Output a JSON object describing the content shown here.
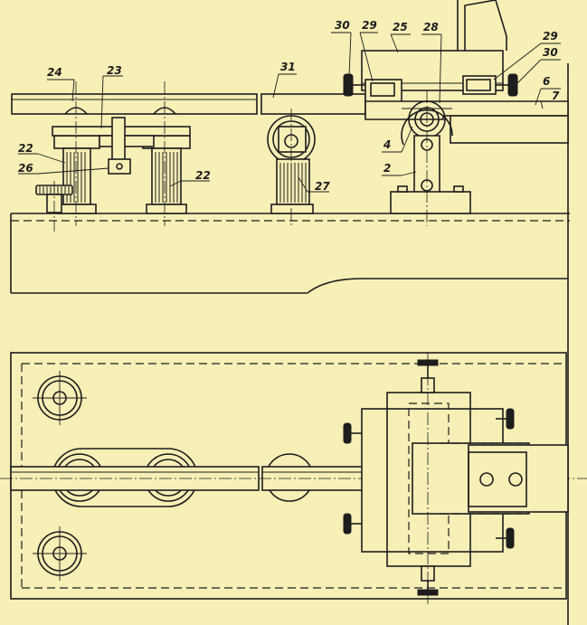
{
  "drawing": {
    "colors": {
      "paper": "#f6efb6",
      "ink": "#1d1d1d"
    },
    "labels": {
      "l2": "2",
      "l4": "4",
      "l6": "6",
      "l7": "7",
      "l22a": "22",
      "l22b": "22",
      "l23": "23",
      "l24": "24",
      "l25": "25",
      "l26": "26",
      "l27": "27",
      "l28": "28",
      "l29a": "29",
      "l29b": "29",
      "l30a": "30",
      "l30b": "30",
      "l31": "31"
    }
  }
}
